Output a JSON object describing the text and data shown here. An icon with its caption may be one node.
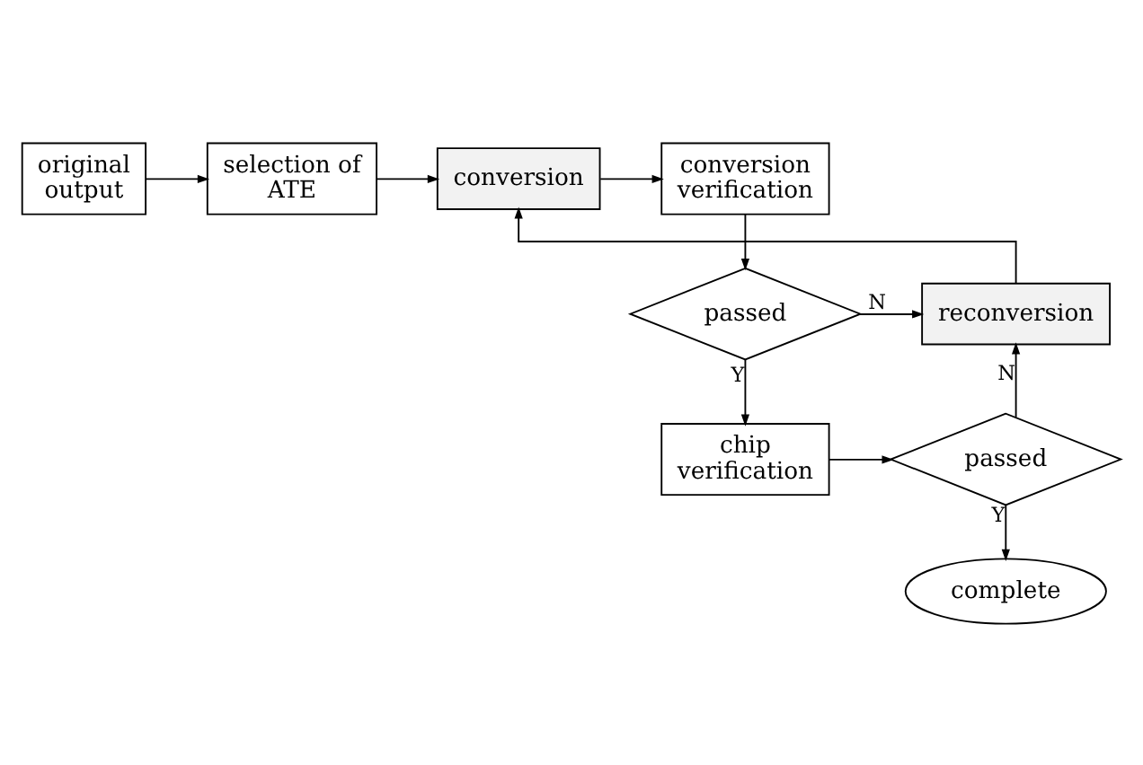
{
  "diagram": {
    "nodes": [
      {
        "text": [
          "original output"
        ]
      },
      {
        "text": [
          "selection of ATE"
        ]
      },
      {
        "text": [
          "conversion"
        ]
      },
      {
        "text": [
          "conversion verification"
        ]
      },
      {
        "text": [
          "passed"
        ]
      },
      {
        "text": [
          "reconversion"
        ]
      },
      {
        "text": [
          "chip verification"
        ]
      },
      {
        "text": [
          "passed"
        ]
      },
      {
        "text": [
          "complete"
        ]
      }
    ],
    "edges": [
      {
        "from": 0,
        "to": 1,
        "arrow": "to"
      },
      {
        "from": 1,
        "to": 2,
        "arrow": "to"
      },
      {
        "from": 2,
        "to": 3,
        "arrow": "to"
      },
      {
        "from": 3,
        "to": 4,
        "arrow": "to"
      },
      {
        "from": 4,
        "to": 5,
        "arrow": "to",
        "label": "N"
      },
      {
        "from": 5,
        "to": 2,
        "arrow": "to"
      },
      {
        "from": 4,
        "to": 6,
        "arrow": "to",
        "label": "Y"
      },
      {
        "from": 6,
        "to": 7,
        "arrow": "to"
      },
      {
        "from": 7,
        "to": 5,
        "arrow": "to",
        "label": "N"
      },
      {
        "from": 7,
        "to": 8,
        "arrow": "to",
        "label": "Y"
      }
    ]
  }
}
